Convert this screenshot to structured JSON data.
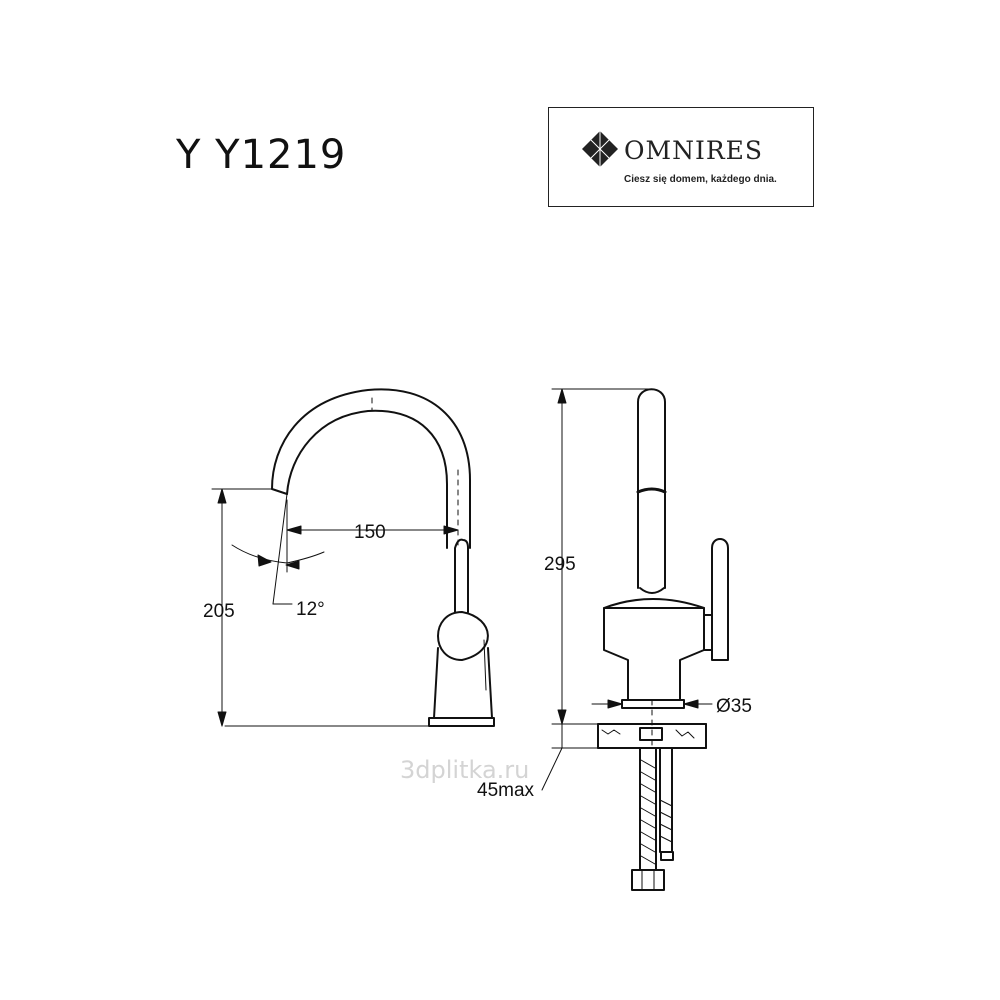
{
  "title": "Y Y1219",
  "logo": {
    "brand": "OMNIRES",
    "tagline": "Ciesz się domem, każdego dnia."
  },
  "dimensions": {
    "spout_reach": "150",
    "height_left": "205",
    "angle": "12°",
    "total_height": "295",
    "diameter": "Ø35",
    "max_thickness": "45max"
  },
  "watermark": "3dplitka.ru",
  "colors": {
    "line": "#111111",
    "background": "#ffffff"
  }
}
